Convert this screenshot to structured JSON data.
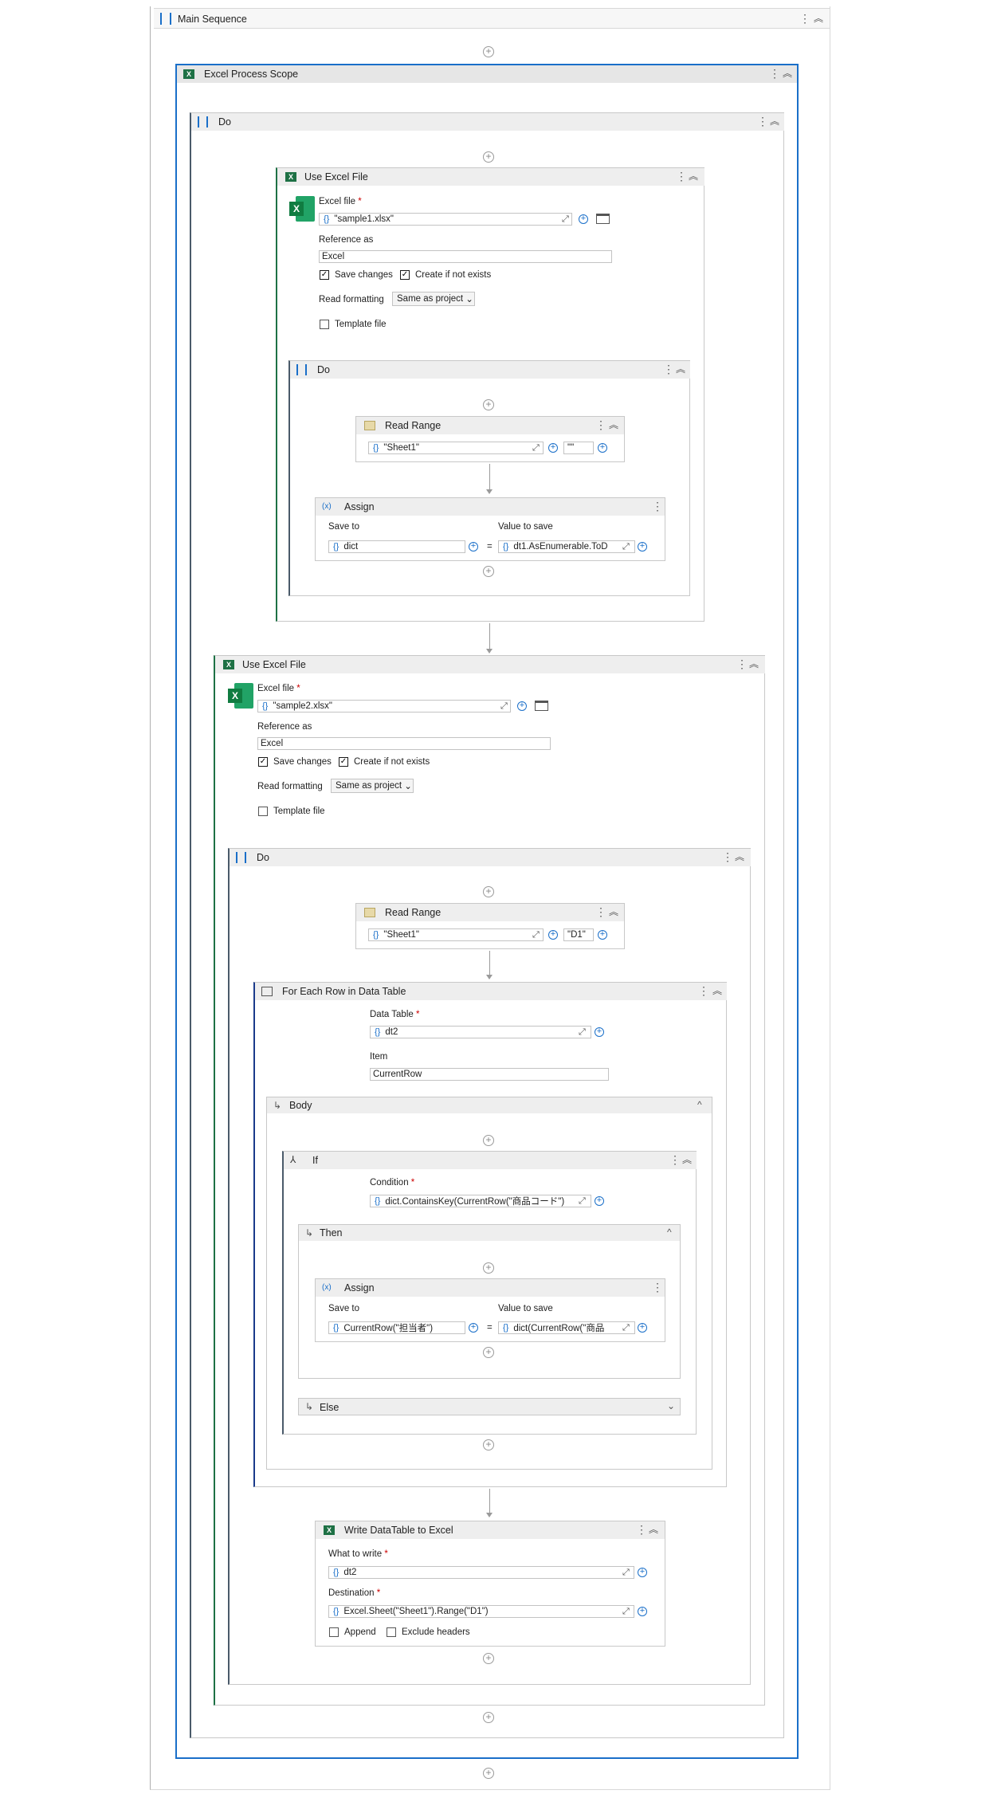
{
  "main_sequence": {
    "title": "Main Sequence"
  },
  "excel_process_scope": {
    "title": "Excel Process Scope"
  },
  "do_outer": {
    "title": "Do"
  },
  "use_excel_1": {
    "title": "Use Excel File",
    "excel_file_label": "Excel file",
    "required_mark": "*",
    "excel_file_value": "\"sample1.xlsx\"",
    "reference_label": "Reference as",
    "reference_value": "Excel",
    "save_changes_label": "Save changes",
    "create_label": "Create if not exists",
    "read_formatting_label": "Read formatting",
    "read_formatting_value": "Same as project",
    "template_label": "Template file"
  },
  "do_1": {
    "title": "Do"
  },
  "read_range_1": {
    "title": "Read Range",
    "sheet": "\"Sheet1\"",
    "range": "\"\""
  },
  "assign_1": {
    "title": "Assign",
    "save_to_label": "Save to",
    "value_label": "Value to save",
    "save_to": "dict",
    "value": "dt1.AsEnumerable.ToD",
    "equals": "="
  },
  "use_excel_2": {
    "title": "Use Excel File",
    "excel_file_label": "Excel file",
    "excel_file_value": "\"sample2.xlsx\"",
    "reference_label": "Reference as",
    "reference_value": "Excel",
    "save_changes_label": "Save changes",
    "create_label": "Create if not exists",
    "read_formatting_label": "Read formatting",
    "read_formatting_value": "Same as project",
    "template_label": "Template file"
  },
  "do_2": {
    "title": "Do"
  },
  "read_range_2": {
    "title": "Read Range",
    "sheet": "\"Sheet1\"",
    "range": "\"D1\""
  },
  "for_each": {
    "title": "For Each Row in Data Table",
    "data_table_label": "Data Table",
    "data_table_value": "dt2",
    "item_label": "Item",
    "item_value": "CurrentRow",
    "body_label": "Body"
  },
  "if_block": {
    "title": "If",
    "condition_label": "Condition",
    "condition_value": "dict.ContainsKey(CurrentRow(\"商品コード\")",
    "then_label": "Then",
    "else_label": "Else"
  },
  "assign_2": {
    "title": "Assign",
    "save_to_label": "Save to",
    "value_label": "Value to save",
    "save_to": "CurrentRow(\"担当者\")",
    "value": "dict(CurrentRow(\"商品",
    "equals": "="
  },
  "write_dt": {
    "title": "Write DataTable to Excel",
    "what_label": "What to write",
    "what_value": "dt2",
    "dest_label": "Destination",
    "dest_value": "Excel.Sheet(\"Sheet1\").Range(\"D1\")",
    "append_label": "Append",
    "exclude_label": "Exclude headers"
  },
  "icons": {
    "menu": "⋮",
    "collapse": "⌃⌃",
    "plus": "+",
    "expand": "⤢",
    "browse": "folder-icon"
  }
}
